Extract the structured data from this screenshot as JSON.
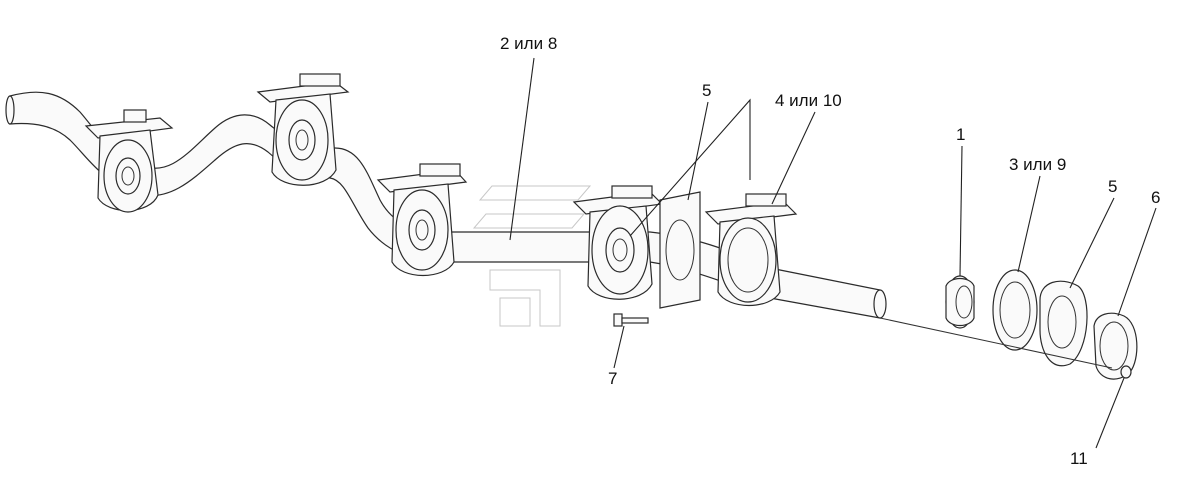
{
  "labels": {
    "l_2or8": "2 или 8",
    "l_5a": "5",
    "l_4or10": "4 или 10",
    "l_1": "1",
    "l_3or9": "3 или 9",
    "l_5b": "5",
    "l_6": "6",
    "l_7": "7",
    "l_11": "11"
  },
  "colors": {
    "line": "#2b2b2b",
    "watermark": "#9a9a9a",
    "background": "#ffffff"
  }
}
